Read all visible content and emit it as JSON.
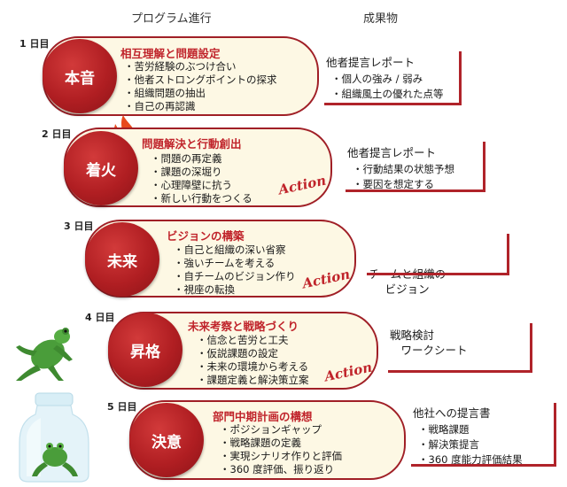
{
  "headers": {
    "program": "プログラム進行",
    "results": "成果物"
  },
  "days": [
    {
      "day": "1 日目",
      "keyword": "本音",
      "title": "相互理解と問題設定",
      "items": [
        "苦労経験のぶつけ合い",
        "他者ストロングポイントの探求",
        "組織問題の抽出",
        "自己の再認識"
      ],
      "action": "",
      "output_title": "他者提言レポート",
      "output_items": [
        "個人の強み / 弱み",
        "組織風土の優れた点等"
      ]
    },
    {
      "day": "2 日目",
      "keyword": "着火",
      "title": "問題解決と行動創出",
      "items": [
        "問題の再定義",
        "課題の深堀り",
        "心理障壁に抗う",
        "新しい行動をつくる"
      ],
      "action": "Action",
      "output_title": "他者提言レポート",
      "output_items": [
        "行動結果の状態予想",
        "要因を想定する"
      ]
    },
    {
      "day": "3 日目",
      "keyword": "未来",
      "title": "ビジョンの構築",
      "items": [
        "自己と組織の深い省察",
        "強いチームを考える",
        "自チームのビジョン作り",
        "視座の転換"
      ],
      "action": "Action",
      "output_title": "チームと組織の\nビジョン",
      "output_items": []
    },
    {
      "day": "4 日目",
      "keyword": "昇格",
      "title": "未来考察と戦略づくり",
      "items": [
        "信念と苦労と工夫",
        "仮説課題の設定",
        "未来の環境から考える",
        "課題定義と解決策立案"
      ],
      "action": "Action",
      "output_title": "戦略検討\n　ワークシート",
      "output_items": []
    },
    {
      "day": "5 日目",
      "keyword": "決意",
      "title": "部門中期計画の構想",
      "items": [
        "ポジションギャップ",
        "戦略課題の定義",
        "実現シナリオ作りと評価",
        "360 度評価、振り返り"
      ],
      "action": "",
      "output_title": "他社への提言書",
      "output_items": [
        "戦略課題",
        "解決策提言",
        "360 度能力評価結果"
      ]
    }
  ],
  "colors": {
    "accent": "#c0242b",
    "circle": "#b01e22",
    "pill_bg": "#fdf8e4"
  },
  "icons": [
    "flame-icon",
    "frog-icon",
    "jar-with-frog-icon"
  ]
}
